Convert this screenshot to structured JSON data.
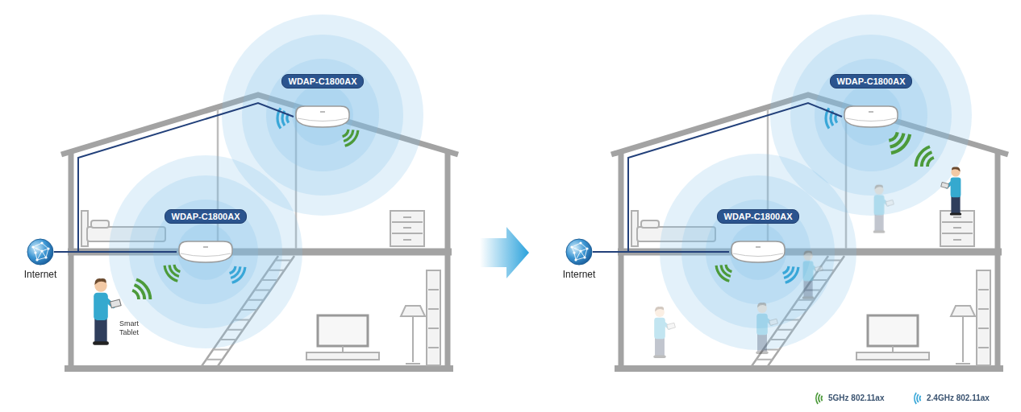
{
  "diagram": {
    "nodes": [
      {
        "text": [
          "WDAP-C1800AX"
        ]
      },
      {
        "text": [
          "WDAP-C1800AX"
        ]
      },
      {
        "text": [
          "Internet"
        ]
      },
      {
        "text": [
          "WDAP-C1800AX"
        ]
      },
      {
        "text": [
          "WDAP-C1800AX"
        ]
      },
      {
        "text": [
          "Internet"
        ]
      }
    ],
    "edges": [
      {
        "from": 2,
        "to": 0,
        "arrow": "none"
      },
      {
        "from": 2,
        "to": 1,
        "arrow": "none"
      },
      {
        "from": 5,
        "to": 3,
        "arrow": "none"
      },
      {
        "from": 5,
        "to": 4,
        "arrow": "none"
      }
    ],
    "labels": [
      "Smart Tablet"
    ],
    "legend": [
      {
        "text": "5GHz 802.11ax"
      },
      {
        "text": "2.4GHz 802.11ax"
      }
    ]
  }
}
